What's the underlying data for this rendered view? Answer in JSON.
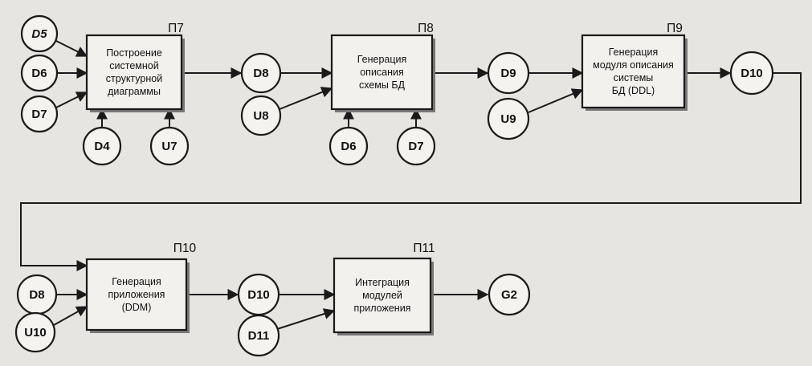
{
  "diagram": {
    "processes": [
      {
        "id": "p7",
        "label": "П7",
        "lines": [
          "Построение",
          "системной",
          "структурной",
          "диаграммы"
        ]
      },
      {
        "id": "p8",
        "label": "П8",
        "lines": [
          "Генерация",
          "описания",
          "схемы БД"
        ]
      },
      {
        "id": "p9",
        "label": "П9",
        "lines": [
          "Генерация",
          "модуля описания",
          "системы",
          "БД (DDL)"
        ]
      },
      {
        "id": "p10",
        "label": "П10",
        "lines": [
          "Генерация",
          "приложения",
          "(DDM)"
        ]
      },
      {
        "id": "p11",
        "label": "П11",
        "lines": [
          "Интеграция",
          "модулей",
          "приложения"
        ]
      }
    ],
    "nodes": [
      {
        "id": "d5",
        "label": "D5"
      },
      {
        "id": "d6a",
        "label": "D6"
      },
      {
        "id": "d7a",
        "label": "D7"
      },
      {
        "id": "d4",
        "label": "D4"
      },
      {
        "id": "u7",
        "label": "U7"
      },
      {
        "id": "d8a",
        "label": "D8"
      },
      {
        "id": "u8",
        "label": "U8"
      },
      {
        "id": "d6b",
        "label": "D6"
      },
      {
        "id": "d7b",
        "label": "D7"
      },
      {
        "id": "d9",
        "label": "D9"
      },
      {
        "id": "u9",
        "label": "U9"
      },
      {
        "id": "d10a",
        "label": "D10"
      },
      {
        "id": "d8b",
        "label": "D8"
      },
      {
        "id": "u10",
        "label": "U10"
      },
      {
        "id": "d10b",
        "label": "D10"
      },
      {
        "id": "d11",
        "label": "D11"
      },
      {
        "id": "g2",
        "label": "G2"
      }
    ]
  }
}
